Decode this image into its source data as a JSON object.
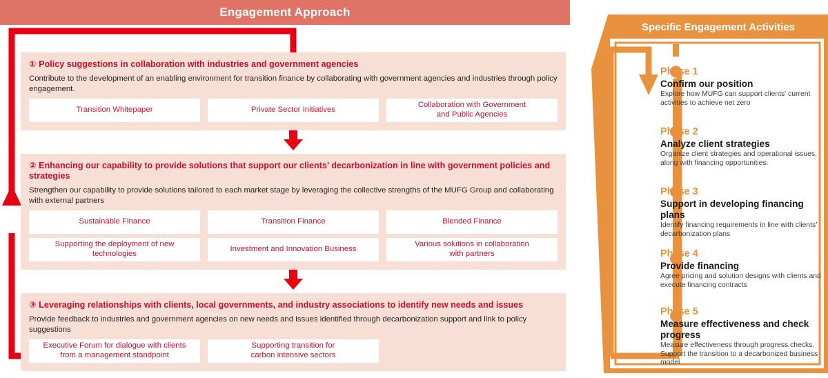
{
  "colors": {
    "header_red": "#DF7366",
    "accent_red": "#C8102E",
    "pure_red": "#E60012",
    "section_pink": "#F8DFD6",
    "orange": "#E8913F",
    "white": "#FFFFFF",
    "body_text": "#231F20"
  },
  "left_panel": {
    "title": "Engagement Approach",
    "sections": [
      {
        "number": "①",
        "heading": "Policy suggestions in collaboration with industries and government agencies",
        "description": "Contribute to the development of an enabling environment for transition finance by collaborating with government agencies and industries through policy engagement.",
        "chips": [
          "Transition Whitepaper",
          "Private Sector Initiatives",
          "Collaboration with Government\nand Public Agencies"
        ],
        "chips_row2": []
      },
      {
        "number": "②",
        "heading": "Enhancing our capability to provide solutions that support our clients’ decarbonization in line with government policies and strategies",
        "description": "Strengthen our capability to provide solutions tailored to each market stage by leveraging the collective strengths of the MUFG Group and collaborating with external partners",
        "chips": [
          "Sustainable Finance",
          "Transition Finance",
          "Blended Finance"
        ],
        "chips_row2": [
          "Supporting the deployment of new\ntechnologies",
          "Investment and Innovation Business",
          "Various solutions in collaboration\nwith partners"
        ]
      },
      {
        "number": "③",
        "heading": "Leveraging relationships with clients, local governments, and industry associations to identify new needs and issues",
        "description": "Provide feedback to industries and government agencies on new needs and issues identified through decarbonization support and link to policy suggestions",
        "chips": [
          "Executive Forum for dialogue with clients\nfrom a management standpoint",
          "Supporting transition for\ncarbon intensive sectors"
        ],
        "chips_row2": []
      }
    ]
  },
  "right_panel": {
    "title": "Specific Engagement Activities",
    "phases": [
      {
        "label": "Phase 1",
        "title": "Confirm our position",
        "description": "Explore how MUFG can support clients' current activities to achieve net zero"
      },
      {
        "label": "Phase 2",
        "title": "Analyze client strategies",
        "description": "Organize client strategies and operational issues, along with financing opportunities."
      },
      {
        "label": "Phase 3",
        "title": "Support in developing financing plans",
        "description": "Identify financing requirements in line with clients’ decarbonization plans"
      },
      {
        "label": "Phase 4",
        "title": "Provide financing",
        "description": "Agree pricing and solution designs with clients and execute financing contracts"
      },
      {
        "label": "Phase 5",
        "title": "Measure effectiveness and check progress",
        "description": "Measure effectiveness through progress checks. Support the transition to a decarbonized business model"
      }
    ]
  }
}
